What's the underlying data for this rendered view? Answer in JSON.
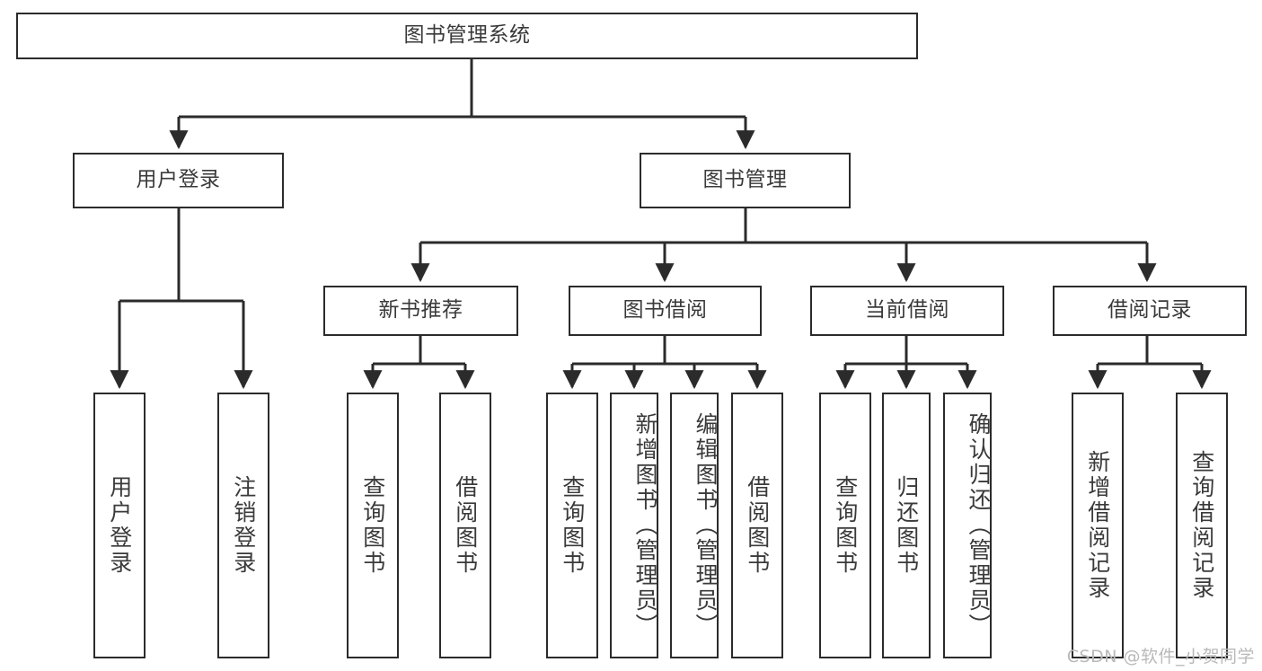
{
  "diagram": {
    "type": "tree",
    "title": "图书管理系统",
    "root": {
      "label": "图书管理系统"
    },
    "level2": [
      {
        "label": "用户登录"
      },
      {
        "label": "图书管理"
      }
    ],
    "level3": [
      {
        "label": "新书推荐"
      },
      {
        "label": "图书借阅"
      },
      {
        "label": "当前借阅"
      },
      {
        "label": "借阅记录"
      }
    ],
    "leaves": {
      "user_login": [
        {
          "label": "用户登录"
        },
        {
          "label": "注销登录"
        }
      ],
      "new_book_recommend": [
        {
          "label": "查询图书"
        },
        {
          "label": "借阅图书"
        }
      ],
      "book_borrow": [
        {
          "label": "查询图书"
        },
        {
          "label": "新增图书（管理员）"
        },
        {
          "label": "编辑图书（管理员）"
        },
        {
          "label": "借阅图书"
        }
      ],
      "current_borrow": [
        {
          "label": "查询图书"
        },
        {
          "label": "归还图书"
        },
        {
          "label": "确认归还（管理员）"
        }
      ],
      "borrow_record": [
        {
          "label": "新增借阅记录"
        },
        {
          "label": "查询借阅记录"
        }
      ]
    }
  },
  "watermark": {
    "text": "CSDN @软件_小贺同学"
  },
  "colors": {
    "stroke": "#2b2b2b",
    "text": "#3a3a3a",
    "background": "#ffffff",
    "watermark": "#b9b9b9"
  }
}
